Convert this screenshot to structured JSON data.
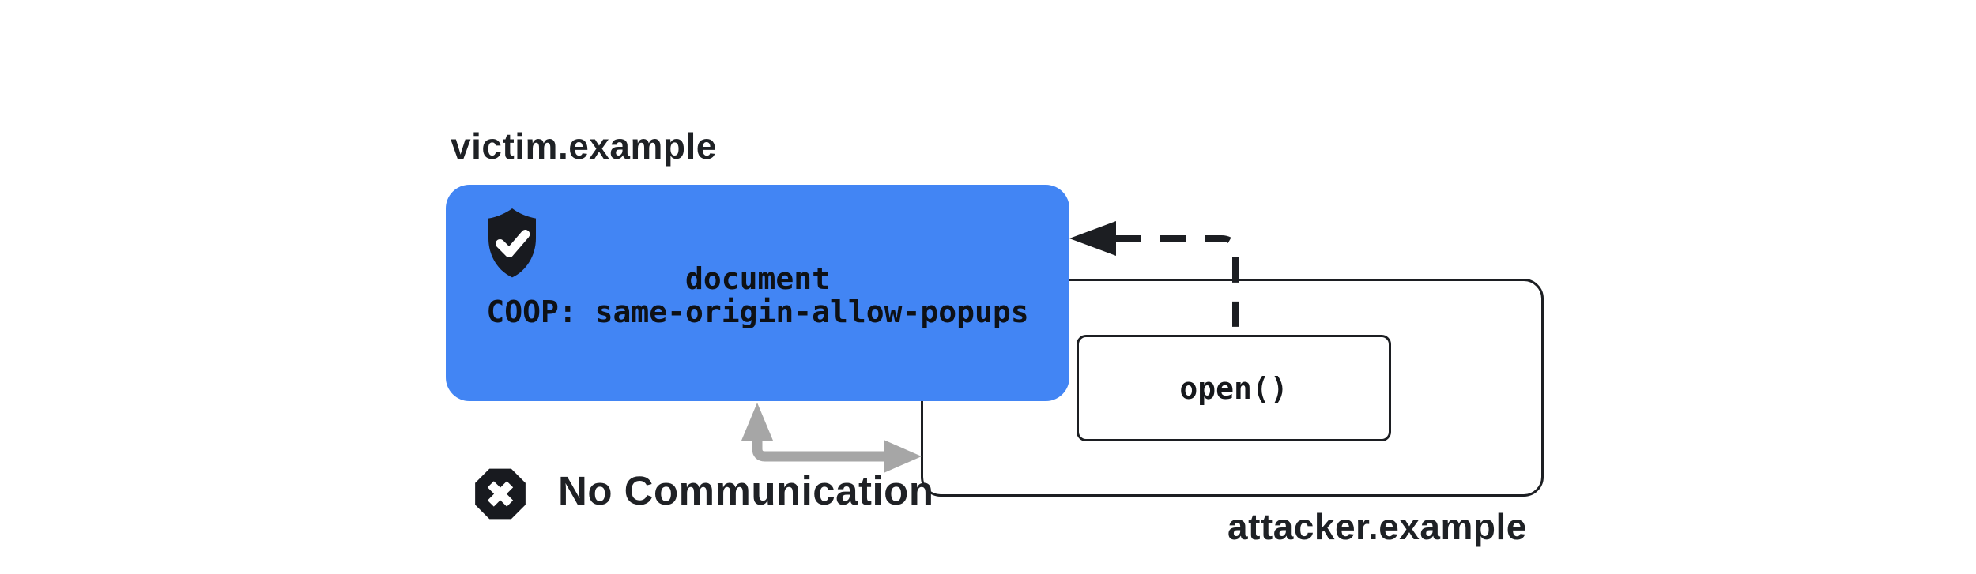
{
  "diagram": {
    "title": "COOP same-origin-allow-popups diagram",
    "victim": {
      "domain_label": "victim.example",
      "document_line": "document",
      "coop_line": "COOP: same-origin-allow-popups",
      "icon": "shield-check-icon",
      "box_color": "#4285f4"
    },
    "attacker": {
      "domain_label": "attacker.example",
      "open_call_label": "open()"
    },
    "status": {
      "label": "No Communication",
      "icon": "x-octagon-icon"
    },
    "arrows": {
      "opener_reference": "dashed-arrow-from-open-to-victim-document",
      "blocked_communication": "gray-double-bent-arrow"
    },
    "colors": {
      "victim_box": "#4285f4",
      "stroke_black": "#1c1e22",
      "gray_arrow": "#a6a6a6",
      "background": "#ffffff"
    }
  }
}
